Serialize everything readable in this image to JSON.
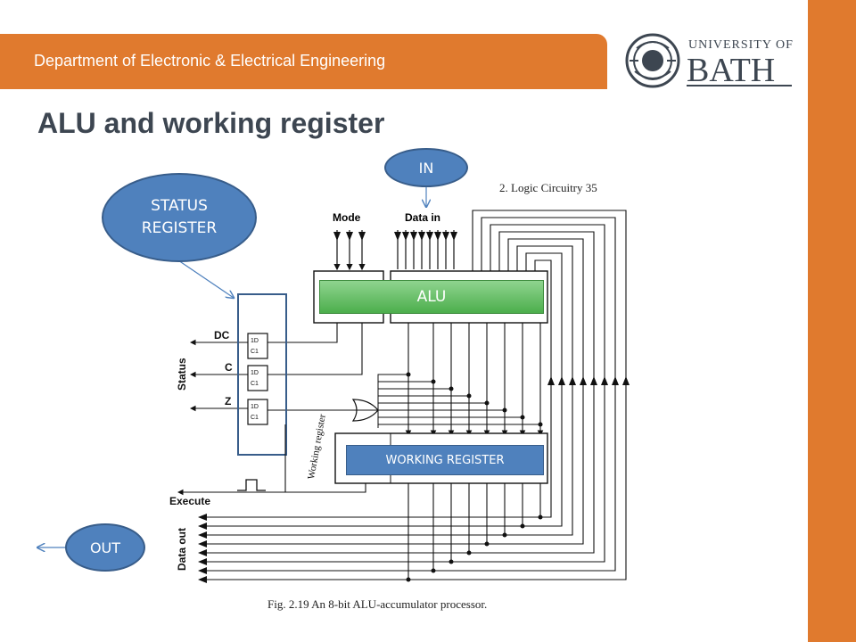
{
  "header": {
    "department": "Department of Electronic & Electrical Engineering"
  },
  "logo": {
    "line1": "UNIVERSITY OF",
    "line2": "BATH"
  },
  "slide": {
    "title": "ALU and working register"
  },
  "callouts": {
    "status_register": "STATUS REGISTER",
    "in": "IN",
    "out": "OUT",
    "alu": "ALU",
    "working_register": "WORKING REGISTER"
  },
  "figure": {
    "page_header": "2.  Logic Circuitry    35",
    "caption": "Fig. 2.19  An 8-bit ALU-accumulator processor.",
    "labels": {
      "mode": "Mode",
      "data_in": "Data in",
      "dc": "DC",
      "c": "C",
      "z": "Z",
      "status": "Status",
      "execute": "Execute",
      "data_out": "Data out",
      "working_register": "Working register",
      "d_input": "1D",
      "clock_input": "C1"
    }
  },
  "colors": {
    "accent": "#e07a2e",
    "callout_fill": "#4f81bd",
    "alu_fill": "#5cb85c",
    "title_text": "#3d4651"
  }
}
